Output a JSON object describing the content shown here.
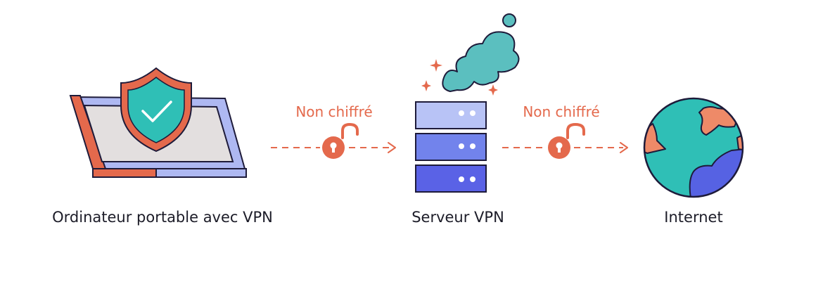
{
  "nodes": {
    "laptop": {
      "label": "Ordinateur portable avec VPN"
    },
    "server": {
      "label": "Serveur VPN"
    },
    "internet": {
      "label": "Internet"
    }
  },
  "connections": [
    {
      "label": "Non chiffré"
    },
    {
      "label": "Non chiffré"
    }
  ],
  "colors": {
    "outline": "#1e1b3a",
    "accent_orange": "#e4694c",
    "teal": "#2fbfb6",
    "cloud": "#5bbfbf",
    "server_top": "#b8c3f6",
    "server_mid": "#7283ec",
    "server_bottom": "#5a62e6",
    "globe_blue": "#5662e3",
    "globe_orange": "#ee8a68",
    "screen": "#e3dfdf",
    "laptop_frame": "#aeb8f2"
  },
  "icons": {
    "laptop": "laptop-icon",
    "shield": "shield-check-icon",
    "server": "server-icon",
    "cloud": "cloud-icon",
    "globe": "globe-icon",
    "lock": "unlocked-padlock-icon"
  }
}
